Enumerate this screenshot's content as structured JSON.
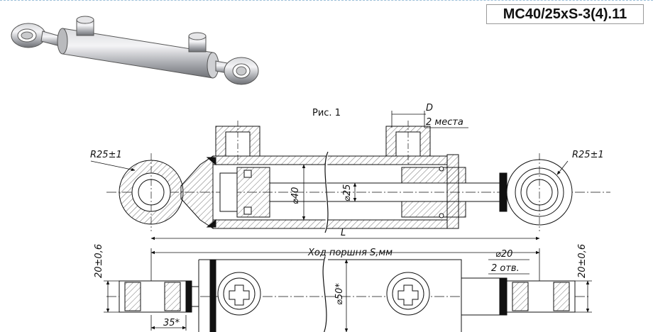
{
  "product": {
    "model_code": "MC40/25xS-3(4).11"
  },
  "figure": {
    "caption": "Рис. 1"
  },
  "dimensions": {
    "eye_radius_left": "R25±1",
    "eye_radius_right": "R25±1",
    "port_size": "D",
    "port_count": "2 места",
    "bore_diameter": "⌀40",
    "rod_diameter": "⌀25",
    "length": "L",
    "stroke": "Ход поршня S,мм",
    "pin_hole": "⌀20",
    "pin_hole_count": "2 отв.",
    "eye_width_left": "20±0,6",
    "eye_width_right": "20±0,6",
    "body_diameter": "⌀50*",
    "eye_offset": "35*"
  }
}
